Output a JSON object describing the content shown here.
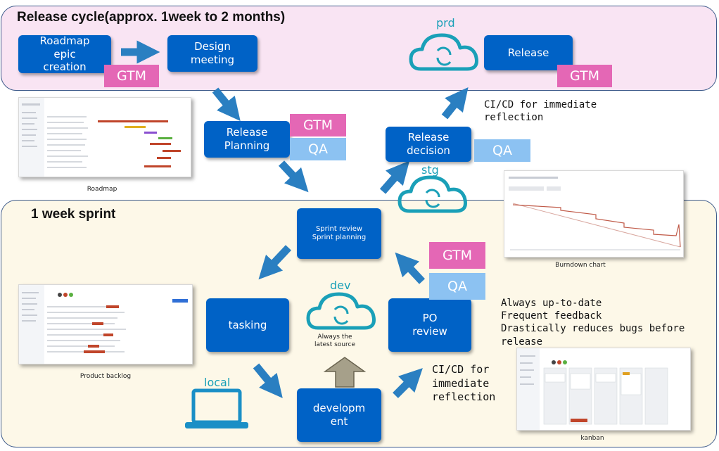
{
  "release_cycle": {
    "title": "Release cycle(approx. 1week to 2 months)",
    "roadmap_epic_creation": "Roadmap\nepic\ncreation",
    "design_meeting": "Design\nmeeting",
    "release": "Release",
    "release_planning": "Release\nPlanning",
    "release_decision": "Release\ndecision",
    "prd_label": "prd",
    "stg_label": "stg",
    "cicd_note": "CI/CD for immediate\nreflection"
  },
  "sprint": {
    "title": "1 week sprint",
    "sprint_review": "Sprint review\nSprint planning",
    "tasking": "tasking",
    "po_review": "PO\nreview",
    "development": "developm\nent",
    "dev_label": "dev",
    "dev_caption": "Always the\nlatest source",
    "local_label": "local",
    "cicd_note": "CI/CD for\nimmediate\nreflection",
    "benefits": "Always up-to-date\nFrequent feedback\nDrastically reduces bugs before release"
  },
  "tags": {
    "gtm": "GTM",
    "qa": "QA"
  },
  "captions": {
    "roadmap": "Roadmap",
    "burndown": "Burndown chart",
    "backlog": "Product backlog",
    "kanban": "kanban"
  },
  "colors": {
    "box": "#0062c6",
    "arrow": "#2a7fc1",
    "cloud": "#1aa0b8",
    "gtm": "#e467b5",
    "qa": "#8cc2f2",
    "top_panel": "#f9e4f3",
    "bottom_panel": "#fdf8e8"
  },
  "icons": [
    "cloud-sync-icon",
    "laptop-icon",
    "up-arrow-icon",
    "flow-arrow-icon"
  ]
}
